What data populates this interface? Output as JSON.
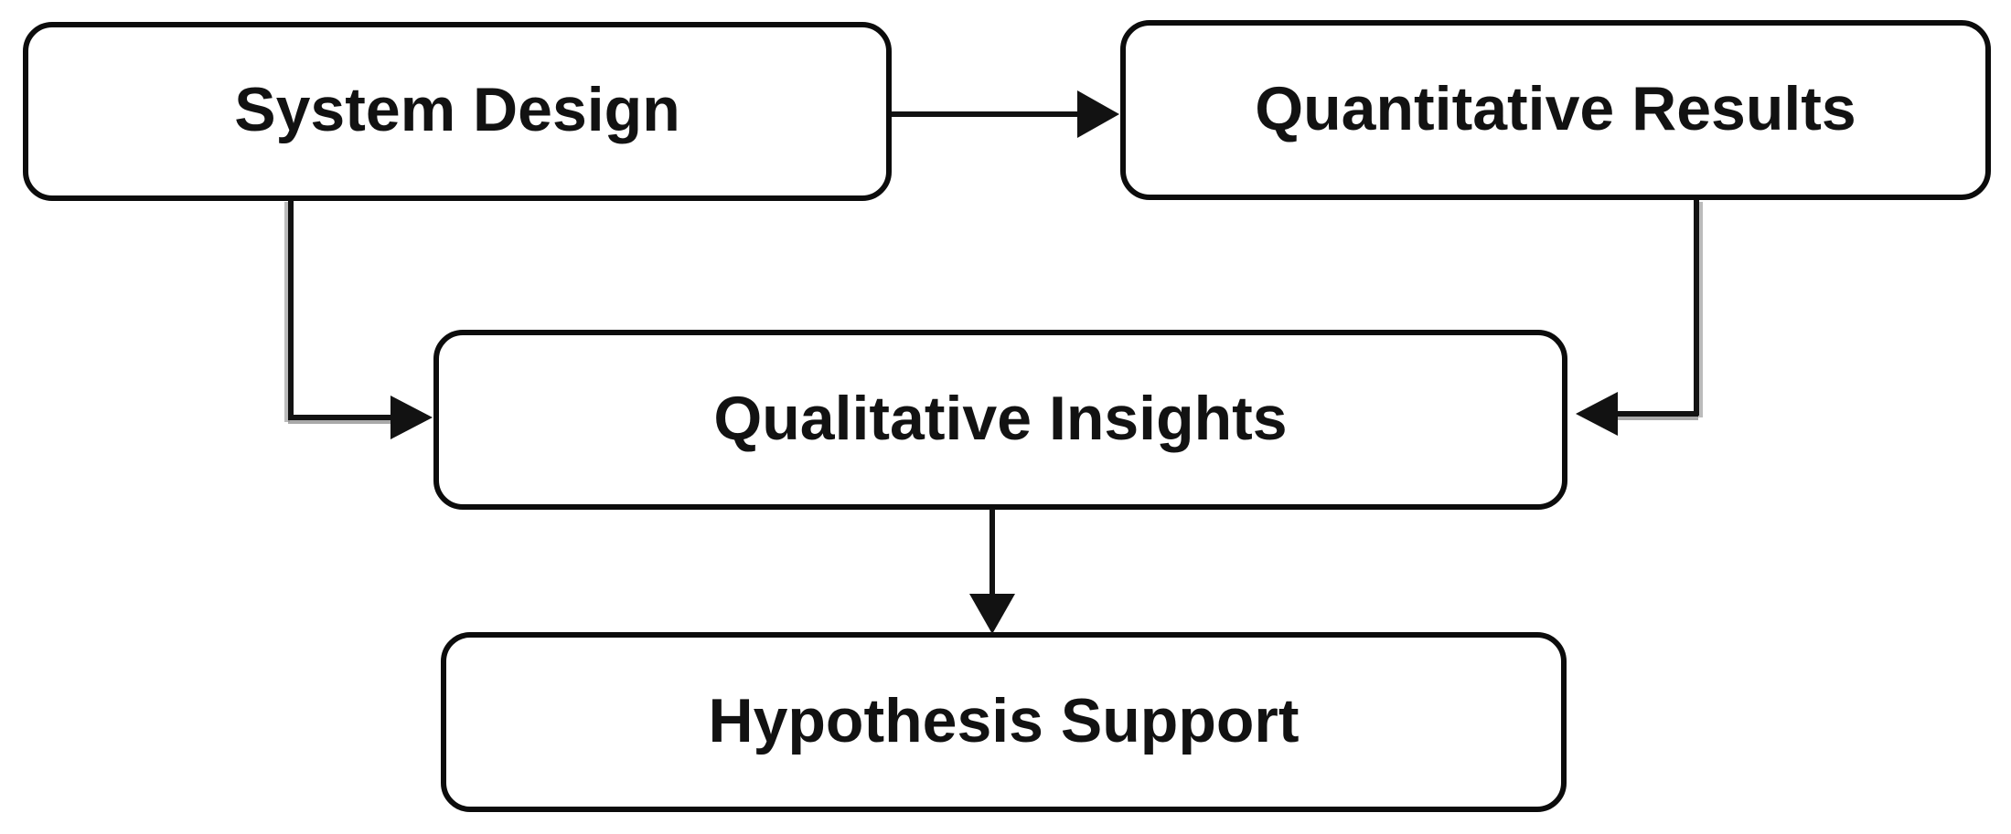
{
  "diagram": {
    "background_color": "#ffffff",
    "stroke_color": "#121212",
    "text_color": "#121212",
    "nodes": [
      {
        "id": "system-design",
        "label": "System Design"
      },
      {
        "id": "quantitative-results",
        "label": "Quantitative Results"
      },
      {
        "id": "qualitative-insights",
        "label": "Qualitative Insights"
      },
      {
        "id": "hypothesis-support",
        "label": "Hypothesis Support"
      }
    ],
    "edges": [
      {
        "from": "System Design",
        "to": "Quantitative Results",
        "shape": "straight",
        "direction": "right"
      },
      {
        "from": "System Design",
        "to": "Qualitative Insights",
        "shape": "elbow",
        "direction": "down-right"
      },
      {
        "from": "Quantitative Results",
        "to": "Qualitative Insights",
        "shape": "elbow",
        "direction": "down-left"
      },
      {
        "from": "Qualitative Insights",
        "to": "Hypothesis Support",
        "shape": "straight",
        "direction": "down"
      }
    ]
  }
}
